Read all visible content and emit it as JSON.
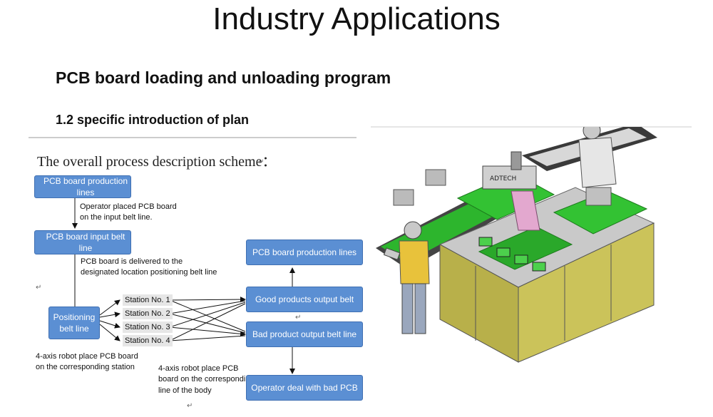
{
  "header": {
    "title": "Industry Applications",
    "subtitle": "PCB board loading and unloading program",
    "section": "1.2 specific introduction of plan"
  },
  "diagram": {
    "scheme_title": "The overall process description scheme：",
    "para_mark": "↵",
    "left_boxes": {
      "production_lines": "PCB board production lines",
      "input_belt": "PCB board input belt line",
      "positioning": "Positioning belt line"
    },
    "notes": {
      "operator_placed_1": "Operator placed PCB board",
      "operator_placed_2": "on the input belt line.",
      "delivered_1": "PCB board is delivered to the",
      "delivered_2": "designated location positioning belt line",
      "robot_station_1": "4-axis robot place PCB board",
      "robot_station_2": "on the corresponding station",
      "robot_line_1": "4-axis robot place PCB",
      "robot_line_2": "board on the corresponding",
      "robot_line_3": "line of the body"
    },
    "stations": [
      "Station No. 1",
      "Station No. 2",
      "Station No. 3",
      "Station No. 4"
    ],
    "right_boxes": {
      "production_lines": "PCB board production lines",
      "good_output": "Good products output belt",
      "bad_output": "Bad product output belt line",
      "operator_deal": "Operator deal with bad PCB"
    }
  },
  "machine": {
    "brand_label": "ADTECH"
  }
}
